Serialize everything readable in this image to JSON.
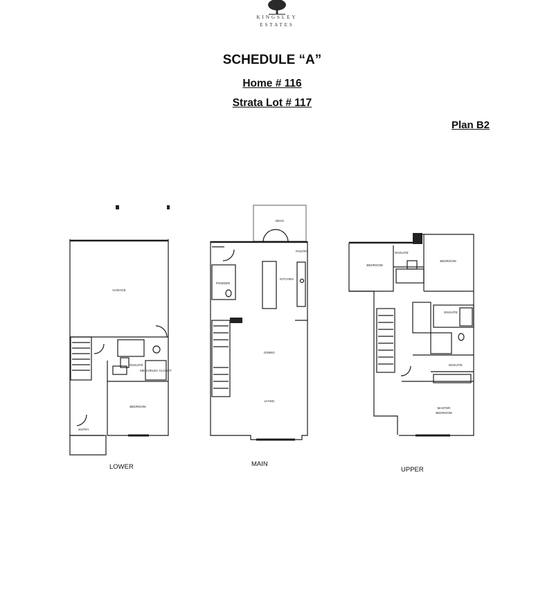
{
  "logo": {
    "line1": "KINGSLEY",
    "line2": "ESTATES",
    "icon": "tree-icon"
  },
  "header": {
    "title": "SCHEDULE “A”",
    "home": "Home # 116",
    "strata_lot": "Strata Lot # 117",
    "plan": "Plan B2"
  },
  "floors": {
    "lower": {
      "label": "LOWER",
      "rooms": {
        "garage": "GARAGE",
        "ensuite": "ENSUITE",
        "bedroom": "BEDROOM",
        "entry": "ENTRY",
        "mech": "MECH/ELEC CLOSET"
      }
    },
    "main": {
      "label": "MAIN",
      "rooms": {
        "deck": "DECK",
        "kitchen": "KITCHEN",
        "powder": "POWDER",
        "pantry": "PANTRY",
        "dining": "DINING",
        "living": "LIVING"
      }
    },
    "upper": {
      "label": "UPPER",
      "rooms": {
        "bedroom1": "BEDROOM",
        "bedroom2": "BEDROOM",
        "ensuite1": "ENSUITE",
        "ensuite2": "ENSUITE",
        "ensuite3": "ENSUITE",
        "master1": "MASTER",
        "master2": "BEDROOM"
      }
    }
  }
}
